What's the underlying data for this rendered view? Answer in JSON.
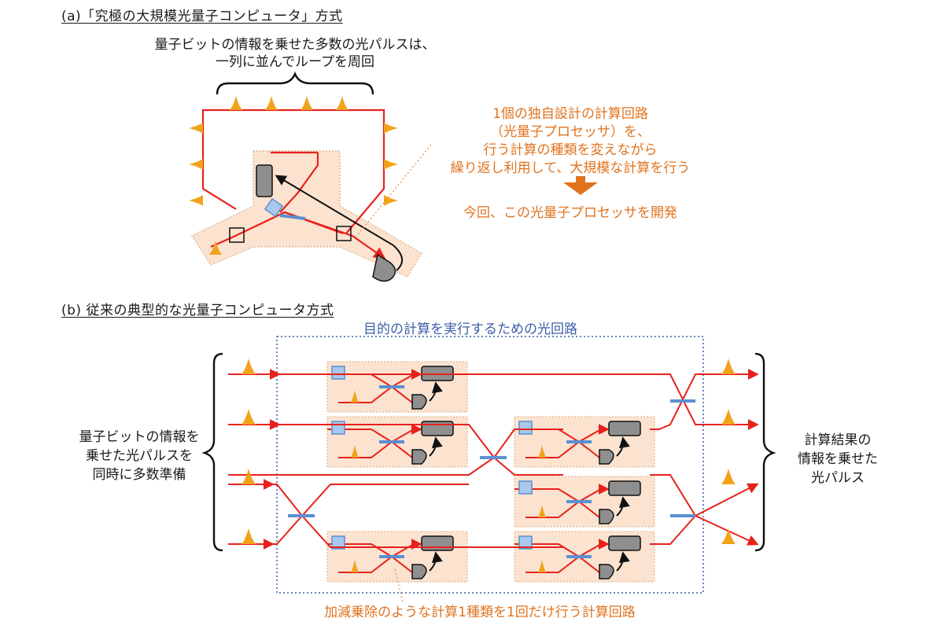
{
  "section_a": {
    "heading": "(a)「究極の大規模光量子コンピュータ」方式",
    "loop_caption_line1": "量子ビットの情報を乗せた多数の光パルスは、",
    "loop_caption_line2": "一列に並んでループを周回",
    "processor_text_lines": [
      "1個の独自設計の計算回路",
      "（光量子プロセッサ）を、",
      "行う計算の種類を変えながら",
      "繰り返し利用して、大規模な計算を行う"
    ],
    "result_text": "今回、この光量子プロセッサを開発"
  },
  "section_b": {
    "heading": "(b) 従来の典型的な光量子コンピュータ方式",
    "optical_circuit_label": "目的の計算を実行するための光回路",
    "left_text_lines": [
      "量子ビットの情報を",
      "乗せた光パルスを",
      "同時に多数準備"
    ],
    "right_text_lines": [
      "計算結果の",
      "情報を乗せた",
      "光パルス"
    ],
    "bottom_label": "加減乗除のような計算1種類を1回だけ行う計算回路"
  },
  "colors": {
    "beam": "#e8211c",
    "pulse": "#f2a31b",
    "module_fill": "#fbe3d0",
    "module_border": "#e3b894",
    "splitter": "#5b8fd1",
    "element_blue": "#aac8ec",
    "detector": "#8f8f8f",
    "orange_text": "#e0731e",
    "blue_text": "#3b5fa8",
    "dotted_box": "#3b5fa8"
  }
}
